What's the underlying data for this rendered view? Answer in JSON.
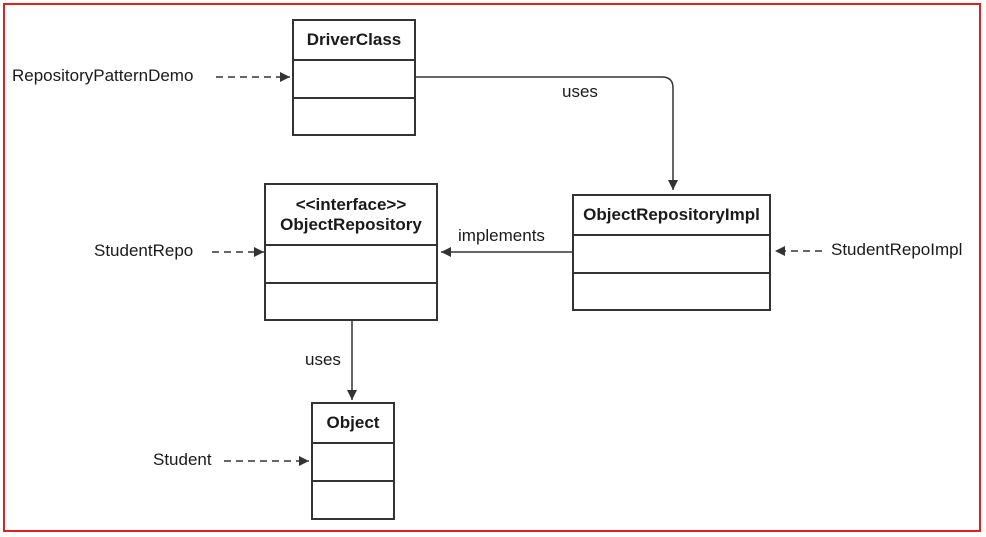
{
  "diagram": {
    "border_color": "#e02020",
    "classes": {
      "driver": {
        "name": "DriverClass"
      },
      "object_repository": {
        "stereotype": "<<interface>>",
        "name": "ObjectRepository"
      },
      "object_repository_impl": {
        "name": "ObjectRepositoryImpl"
      },
      "object": {
        "name": "Object"
      }
    },
    "relations": {
      "driver_uses_impl": "uses",
      "impl_implements_repo": "implements",
      "repo_uses_object": "uses"
    },
    "instances": {
      "repository_pattern_demo": "RepositoryPatternDemo",
      "student_repo": "StudentRepo",
      "student_repo_impl": "StudentRepoImpl",
      "student": "Student"
    }
  }
}
